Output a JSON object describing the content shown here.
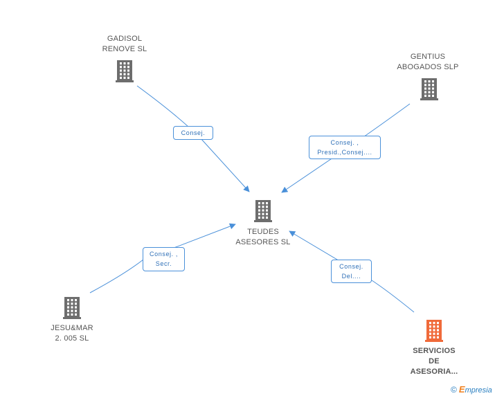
{
  "colors": {
    "edge": "#4a90d9",
    "node": "#6d6d6d",
    "focus": "#f06a3a"
  },
  "nodes": [
    {
      "id": "gadisol",
      "label": "GADISOL\nRENOVE SL",
      "icon": "building-icon"
    },
    {
      "id": "gentius",
      "label": "GENTIUS\nABOGADOS SLP",
      "icon": "building-icon"
    },
    {
      "id": "teudes",
      "label": "TEUDES\nASESORES SL",
      "icon": "building-icon"
    },
    {
      "id": "jesumar",
      "label": "JESU&MAR\n2. 005 SL",
      "icon": "building-icon"
    },
    {
      "id": "servicios",
      "label": "SERVICIOS\nDE\nASESORIA...",
      "icon": "building-icon",
      "highlight": true
    }
  ],
  "edges": [
    {
      "from": "gadisol",
      "to": "teudes",
      "label": "Consej."
    },
    {
      "from": "gentius",
      "to": "teudes",
      "label": "Consej. ,\nPresid.,Consej...."
    },
    {
      "from": "jesumar",
      "to": "teudes",
      "label": "Consej. ,\nSecr."
    },
    {
      "from": "servicios",
      "to": "teudes",
      "label": "Consej.\nDel...."
    }
  ],
  "footer": {
    "copyright": "©",
    "brand_initial": "E",
    "brand_rest": "mpresia"
  }
}
